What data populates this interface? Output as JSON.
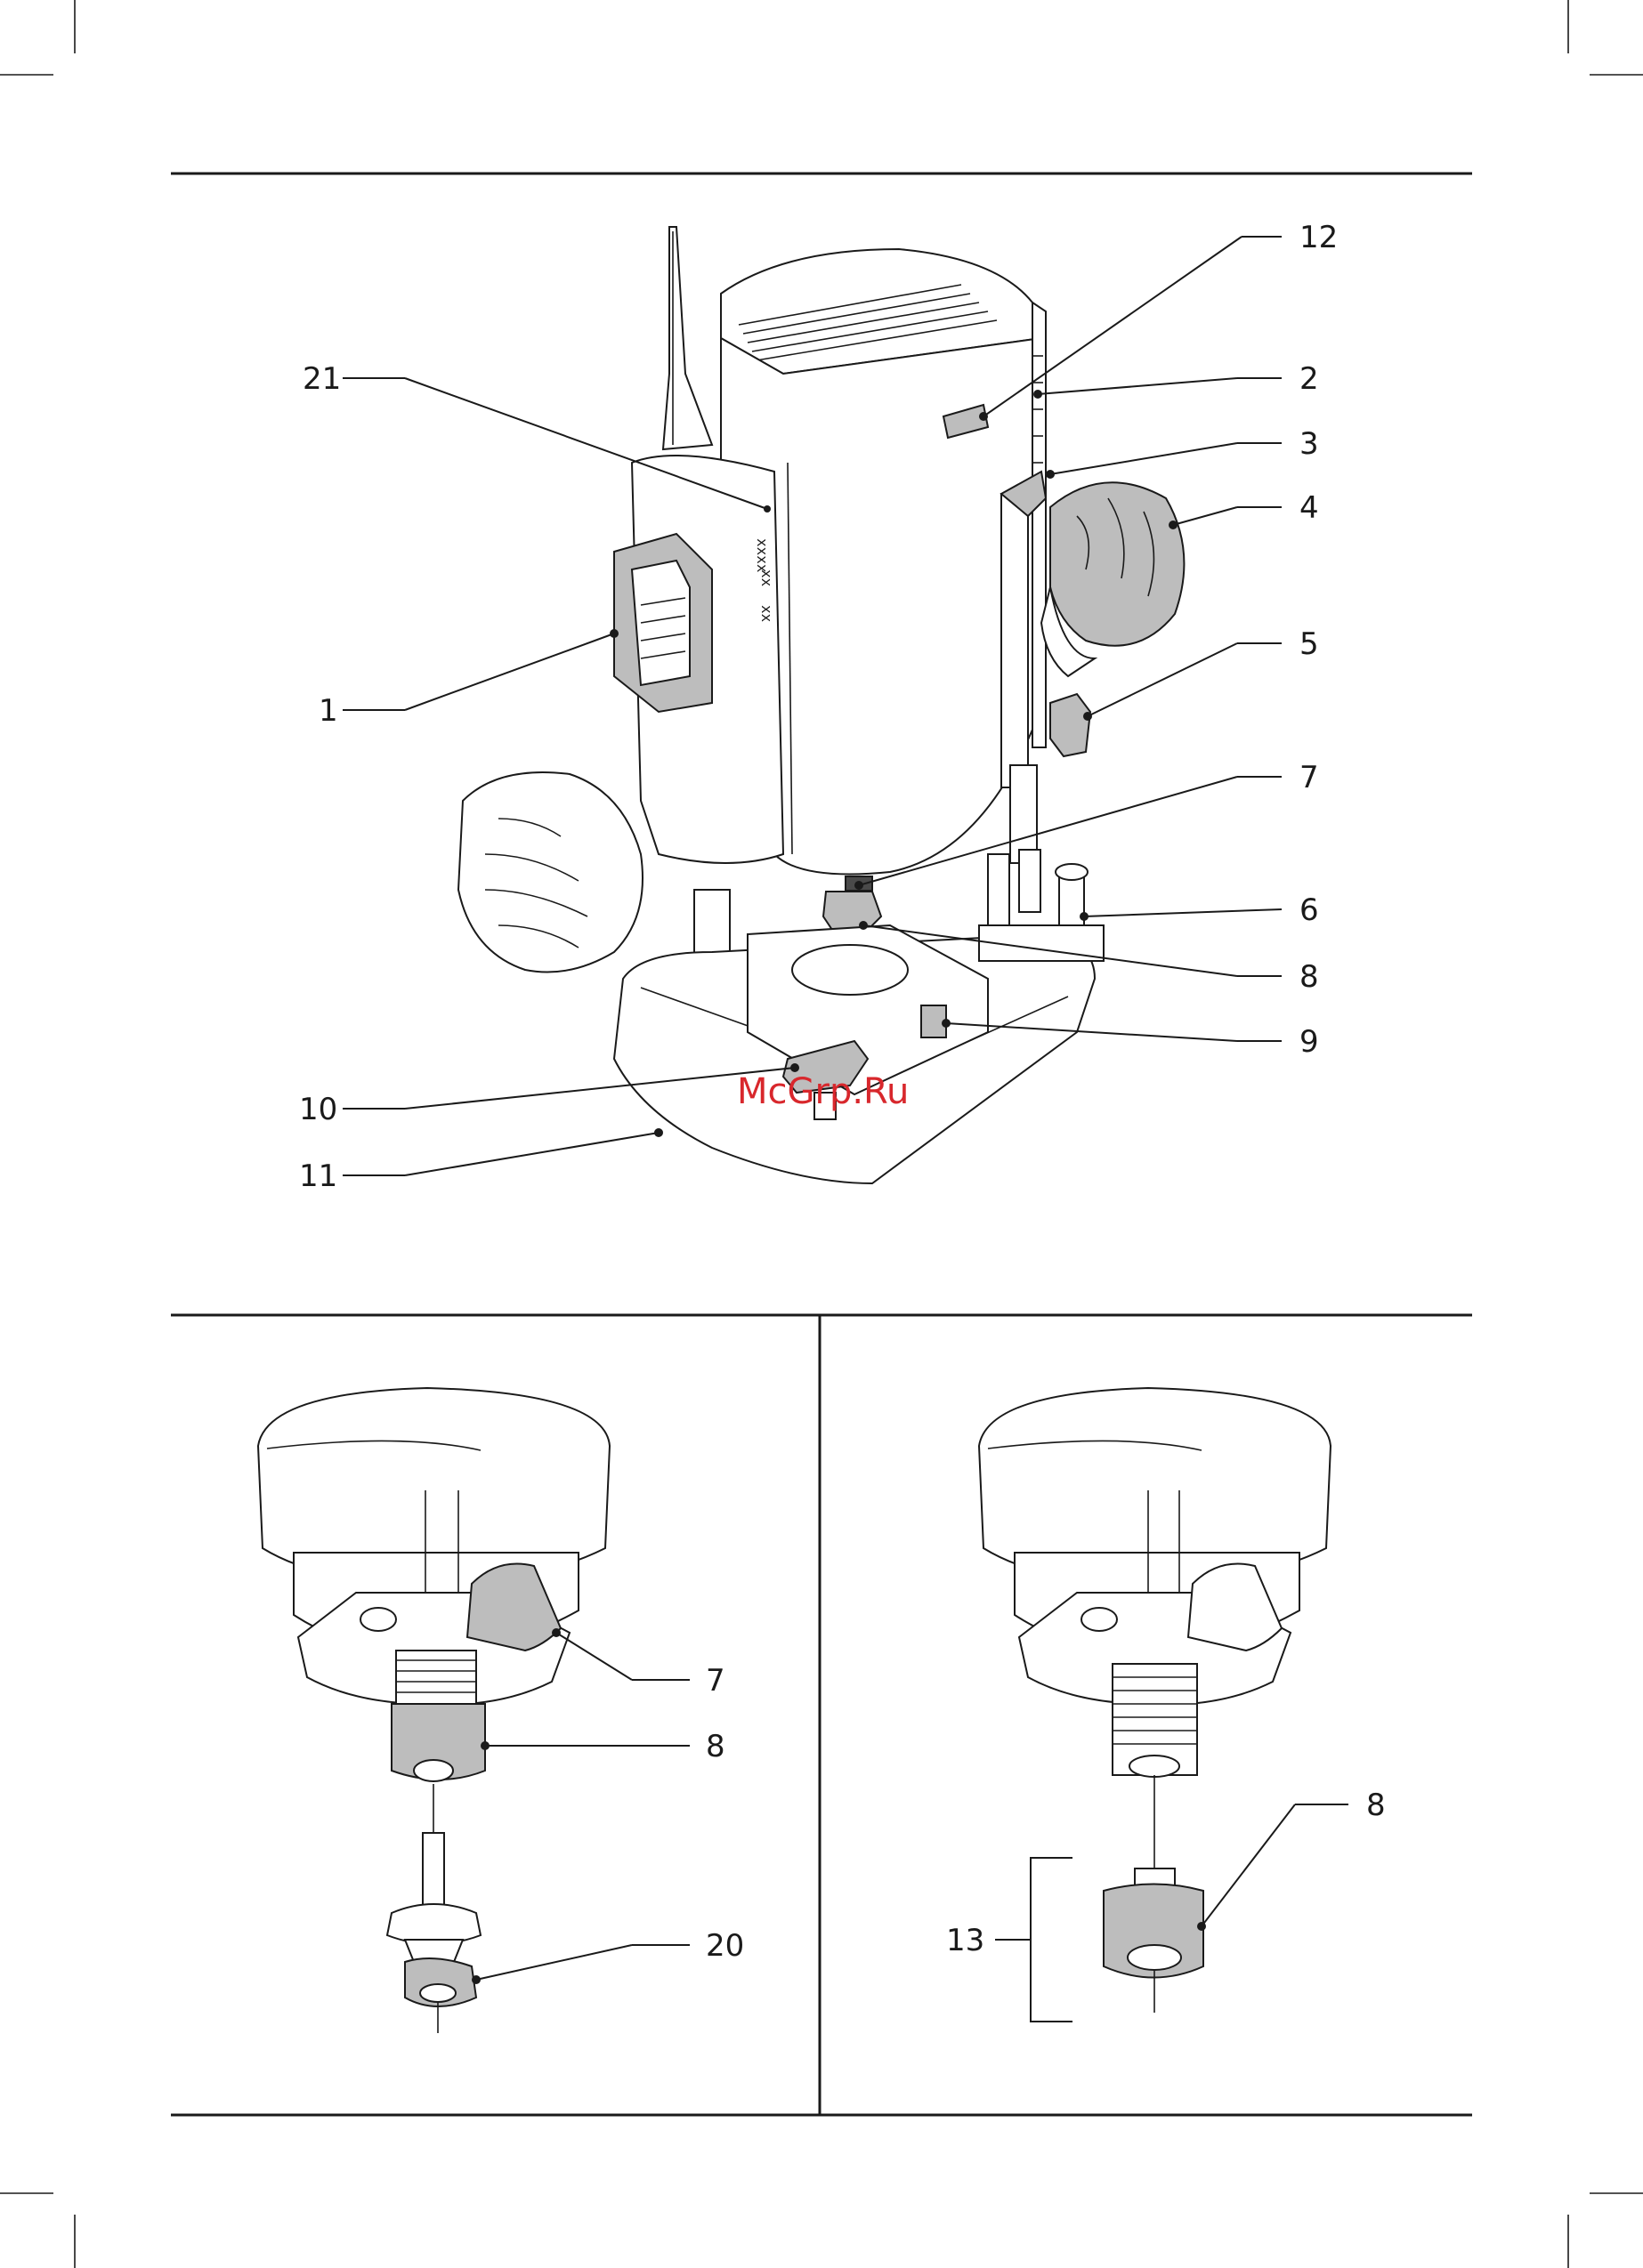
{
  "watermark": "McGrp.Ru",
  "speed_marks": [
    "xxxx",
    "xx",
    "xx"
  ],
  "figure_main": {
    "callouts": [
      "12",
      "2",
      "3",
      "4",
      "5",
      "7",
      "6",
      "8",
      "9",
      "10",
      "11",
      "21",
      "1"
    ]
  },
  "figure_bottom_left": {
    "callouts": [
      "7",
      "8",
      "20"
    ]
  },
  "figure_bottom_right": {
    "callouts": [
      "8",
      "13"
    ]
  }
}
